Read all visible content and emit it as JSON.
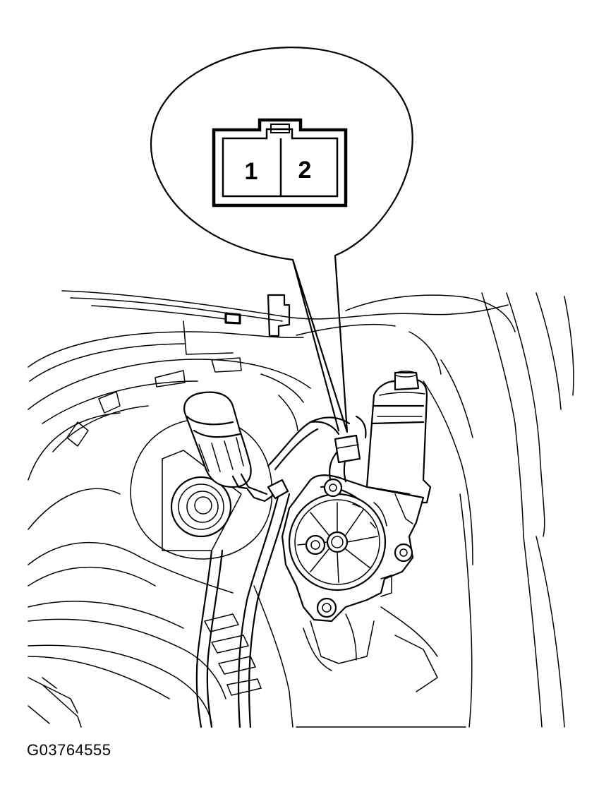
{
  "connector": {
    "pins": [
      {
        "label": "1"
      },
      {
        "label": "2"
      }
    ]
  },
  "figure_code": "G03764555"
}
